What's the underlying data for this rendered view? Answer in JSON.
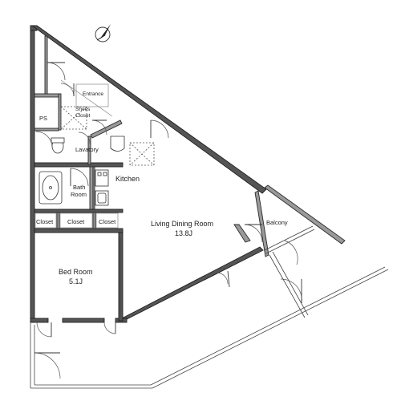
{
  "rooms": {
    "ps": "PS",
    "entrance": "Entrance",
    "shoes_closet_line1": "Shoes",
    "shoes_closet_line2": "Closet",
    "lavatory": "Lavatory",
    "bath_line1": "Bath",
    "bath_line2": "Room",
    "kitchen": "Kitchen",
    "living": "Living Dining Room",
    "living_area": "13.8J",
    "balcony": "Balcony",
    "closet_1": "Closet",
    "closet_2": "Closet",
    "closet_3": "Closet",
    "bedroom": "Bed Room",
    "bedroom_area": "5.1J"
  },
  "compass": {
    "icon": "north-arrow-icon"
  }
}
